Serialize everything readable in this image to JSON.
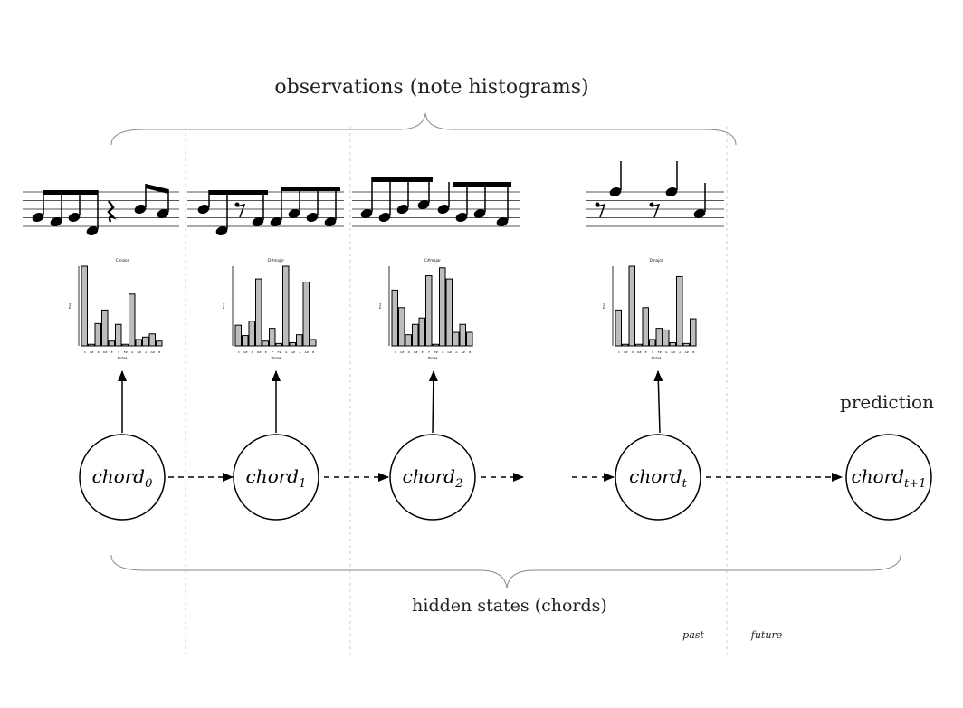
{
  "title": "observations (note histograms)",
  "bottom_label": "hidden states (chords)",
  "prediction_label": "prediction",
  "past_label": "past",
  "future_label": "future",
  "nodes": [
    {
      "base": "chord",
      "sub": "0"
    },
    {
      "base": "chord",
      "sub": "1"
    },
    {
      "base": "chord",
      "sub": "2"
    },
    {
      "base": "chord",
      "sub": "t"
    },
    {
      "base": "chord",
      "sub": "t+1"
    }
  ],
  "chart_data": [
    {
      "type": "bar",
      "title": "Cminor",
      "xlabel": "Pitches",
      "ylabel": "Freq",
      "categories": [
        "C",
        "C#",
        "D",
        "D#",
        "E",
        "F",
        "F#",
        "G",
        "G#",
        "A",
        "A#",
        "B"
      ],
      "values": [
        1.0,
        0.02,
        0.28,
        0.45,
        0.06,
        0.27,
        0.02,
        0.65,
        0.08,
        0.11,
        0.15,
        0.06
      ]
    },
    {
      "type": "bar",
      "title": "D#major",
      "xlabel": "Pitches",
      "ylabel": "Freq",
      "categories": [
        "C",
        "C#",
        "D",
        "D#",
        "E",
        "F",
        "F#",
        "G",
        "G#",
        "A",
        "A#",
        "B"
      ],
      "values": [
        0.26,
        0.13,
        0.31,
        0.84,
        0.06,
        0.22,
        0.03,
        1.0,
        0.04,
        0.14,
        0.8,
        0.08
      ]
    },
    {
      "type": "bar",
      "title": "C#major",
      "xlabel": "Pitches",
      "ylabel": "Freq",
      "categories": [
        "C",
        "C#",
        "D",
        "D#",
        "E",
        "F",
        "F#",
        "G",
        "G#",
        "A",
        "A#",
        "B"
      ],
      "values": [
        0.7,
        0.48,
        0.14,
        0.27,
        0.35,
        0.88,
        0.02,
        0.98,
        0.84,
        0.17,
        0.27,
        0.17
      ]
    },
    {
      "type": "bar",
      "title": "Dmajor",
      "xlabel": "Pitches",
      "ylabel": "Freq",
      "categories": [
        "C",
        "C#",
        "D",
        "D#",
        "E",
        "F",
        "F#",
        "G",
        "G#",
        "A",
        "A#",
        "B"
      ],
      "values": [
        0.45,
        0.02,
        1.0,
        0.02,
        0.48,
        0.08,
        0.22,
        0.2,
        0.04,
        0.87,
        0.03,
        0.34
      ]
    }
  ],
  "colors": {
    "bar_fill": "#bdbdbd",
    "line": "#000000",
    "divider": "#cccccc",
    "brace": "#888888"
  }
}
